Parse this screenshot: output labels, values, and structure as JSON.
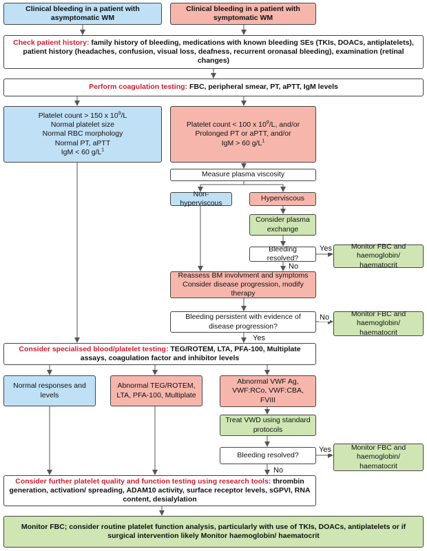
{
  "nodes": {
    "asymptomatic": "Clinical bleeding in a patient with asymptomatic WM",
    "symptomatic": "Clinical bleeding in a patient with symptomatic WM",
    "history_head": "Check patient history:",
    "history_body": " family history of bleeding, medications with known bleeding SEs (TKIs, DOACs, antiplatelets), patient history (headaches, confusion, visual loss, deafness, recurrent oronasal bleeding), examination (retinal changes)",
    "coag_head": "Perform coagulation testing:",
    "coag_body": " FBC, peripheral smear, PT, aPTT, IgM levels",
    "normal_lines": [
      "Platelet count > 150 x 10",
      "Normal platelet size",
      "Normal RBC morphology",
      "Normal PT, aPTT",
      "IgM < 60 g/L"
    ],
    "normal_sup1": "9",
    "normal_unit": "/L",
    "normal_sup2": "1",
    "abnormal_lines": [
      "Platelet count < 100 x 10",
      "Prolonged PT or aPTT, and/or",
      "IgM > 60 g/L"
    ],
    "abnormal_sup1": "9",
    "abnormal_unit": "/L, and/or",
    "abnormal_sup2": "1",
    "viscosity": "Measure plasma viscosity",
    "nonhyper": "Non-hyperviscous",
    "hyper": "Hyperviscous",
    "plasma_exchange": "Consider plasma exchange",
    "bleeding_resolved_1": "Bleeding resolved?",
    "monitor_1": "Monitor FBC and haemoglobin/ haematocrit",
    "reassess": "Reassess BM involvment and symptoms Consider disease progression, modify therapy",
    "persistent": "Bleeding persistent with evidence of disease progression?",
    "monitor_2": "Monitor FBC and haemoglobin/ haematocrit",
    "specialised_head": "Consider specialised blood/platelet testing:",
    "specialised_body": " TEG/ROTEM, LTA, PFA-100, Multiplate assays, coagulation factor and inhibitor levels",
    "normal_responses": "Normal responses and levels",
    "abnormal_teg": "Abnormal TEG/ROTEM, LTA, PFA-100, Multiplate",
    "abnormal_vwf": "Abnormal VWF Ag, VWF:RCo, VWF:CBA, FVIII",
    "treat_vwd": "Treat VWD using standard protocols",
    "bleeding_resolved_2": "Bleeding resolved?",
    "monitor_3": "Monitor FBC and haemoglobin/ haematocrit",
    "further_head": "Consider further platelet quality and function testing using research tools:",
    "further_body": " thrombin generation, activation/ spreading, ADAM10 activity, surface receptor levels, sGPVI, RNA content, desialylation",
    "final": "Monitor FBC; consider routine platelet function analysis, particularly with use of TKIs, DOACs, antiplatelets or if surgical intervention likely Monitor haemoglobin/ haematocrit"
  },
  "edge_labels": {
    "yes_1": "Yes",
    "no_1": "No",
    "no_2": "No",
    "yes_2": "Yes",
    "yes_3": "Yes",
    "no_3": "No"
  },
  "colors": {
    "blue": "#bfe0f5",
    "pink": "#f6b6ac",
    "green": "#cfe6b4",
    "highlight_red": "#d01c2e"
  }
}
